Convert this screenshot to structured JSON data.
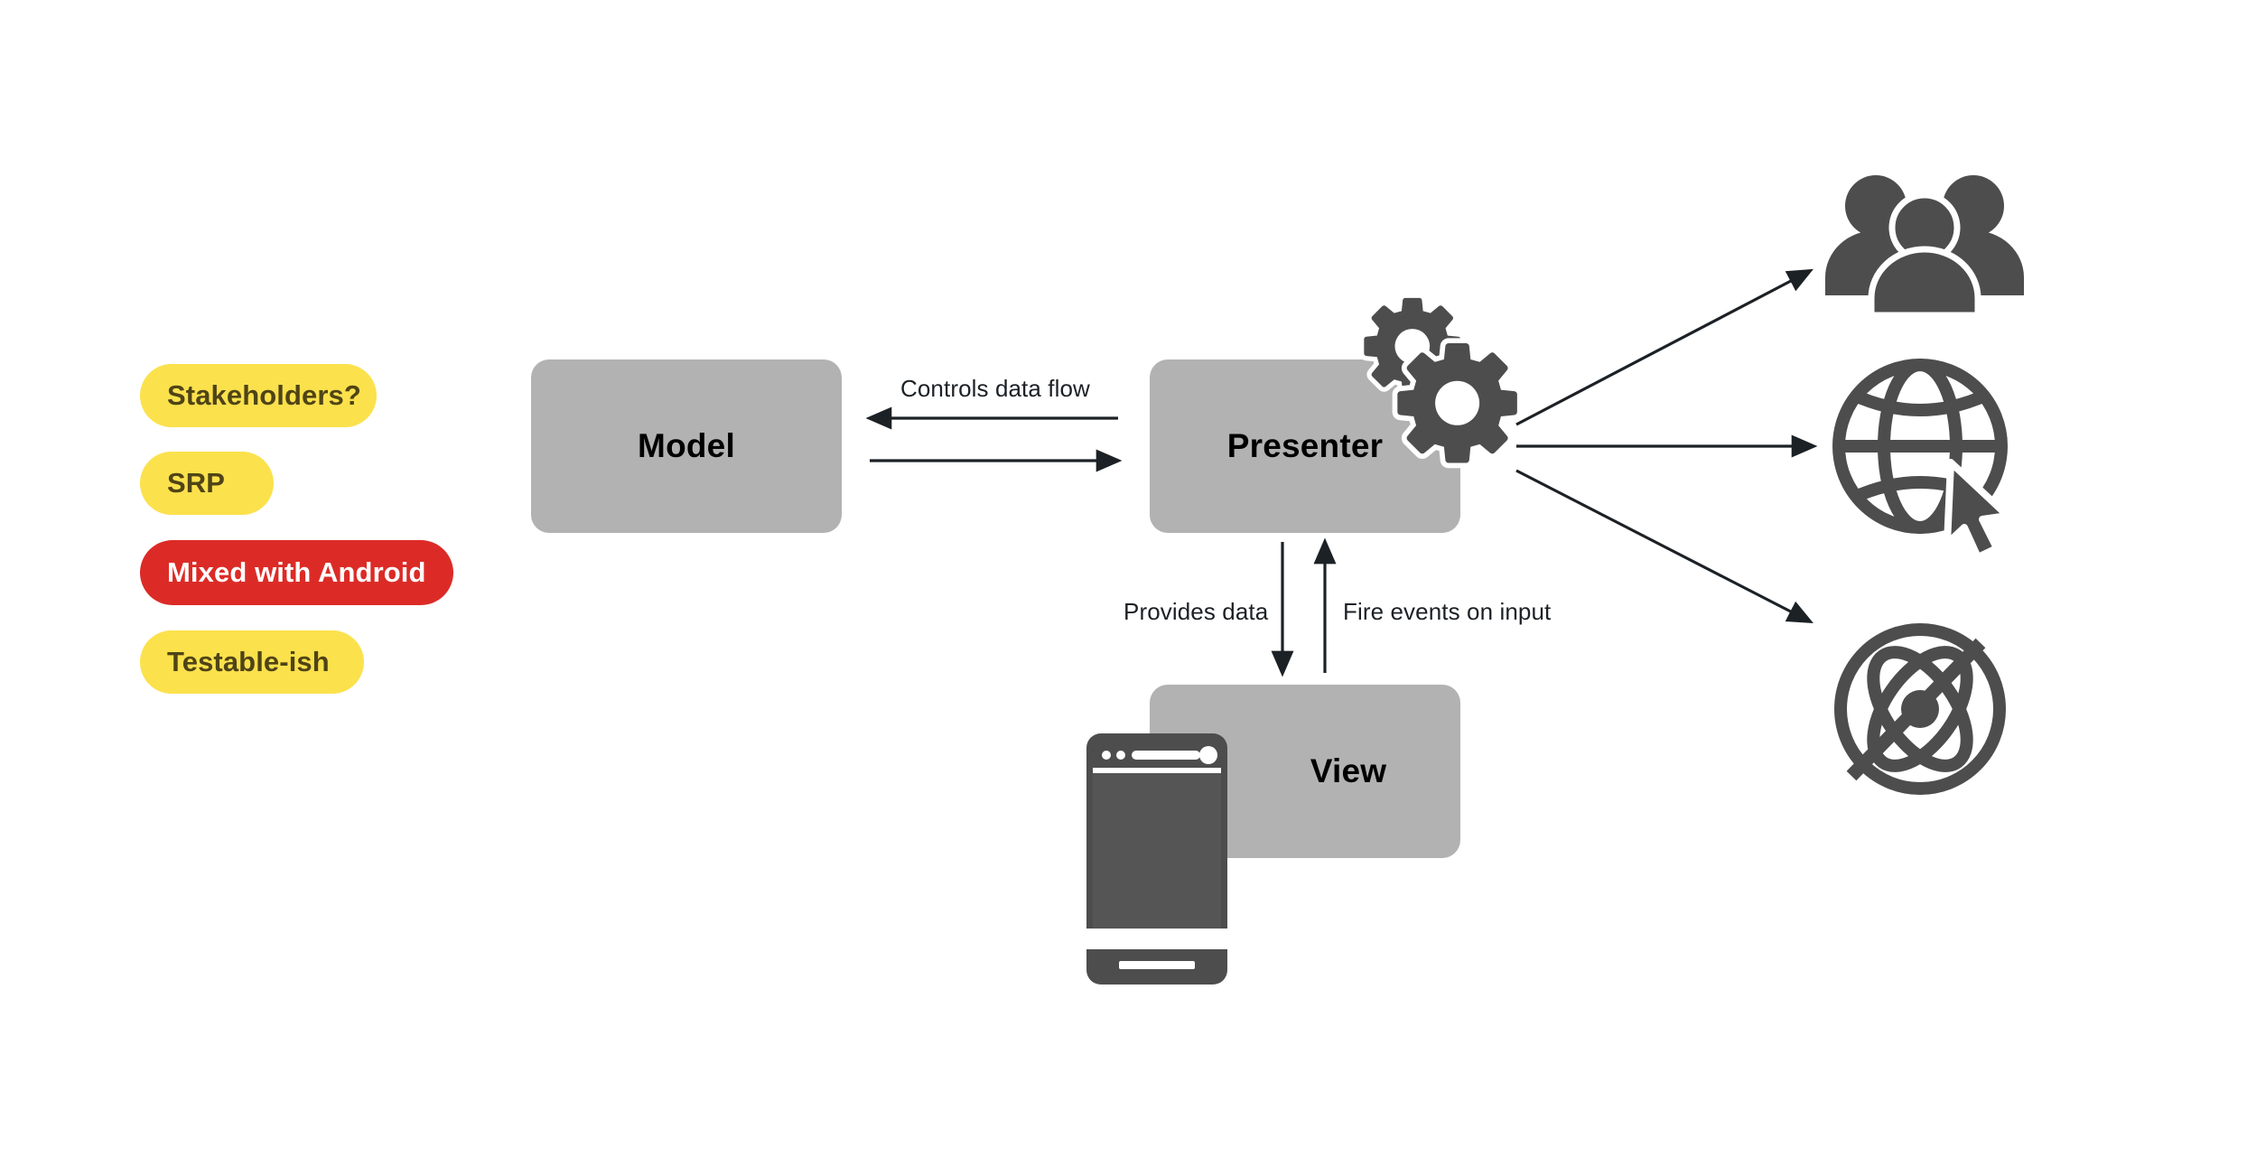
{
  "diagram": {
    "title": "MVP architecture diagram",
    "background_color": "#ffffff"
  },
  "tags": {
    "colors": {
      "yellow": "#FBE14C",
      "yellow_text": "#4F4416",
      "red": "#DC2B26",
      "red_text": "#FFFFFF"
    },
    "items": [
      {
        "label": "Stakeholders?",
        "style": "yellow"
      },
      {
        "label": "SRP",
        "style": "yellow"
      },
      {
        "label": "Mixed with Android",
        "style": "red"
      },
      {
        "label": "Testable-ish",
        "style": "yellow"
      }
    ]
  },
  "boxes": {
    "fill_color": "#B2B2B2",
    "text_color": "#000000",
    "model": {
      "label": "Model"
    },
    "presenter": {
      "label": "Presenter"
    },
    "view": {
      "label": "View"
    }
  },
  "connectors": {
    "stroke_color": "#1C2126",
    "model_presenter": {
      "top_label": "Controls data flow",
      "top_direction": "presenter-to-model",
      "bottom_direction": "model-to-presenter"
    },
    "presenter_view": {
      "down_label": "Provides data",
      "up_label": "Fire events on input"
    },
    "presenter_outputs": [
      {
        "target": "stakeholders-group-icon"
      },
      {
        "target": "globe-cursor-icon"
      },
      {
        "target": "atom-test-icon"
      }
    ]
  },
  "icons": {
    "color": "#4D4D4D",
    "gears": {
      "name": "gears-icon",
      "count": 2
    },
    "phone": {
      "name": "mobile-phone-icon"
    },
    "stakeholders": {
      "name": "stakeholders-group-icon"
    },
    "web": {
      "name": "globe-cursor-icon"
    },
    "testing": {
      "name": "atom-test-icon"
    }
  }
}
